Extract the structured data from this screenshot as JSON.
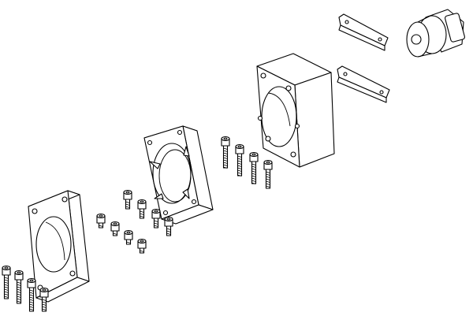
{
  "colors": {
    "background": "#ffffff",
    "line": "#000000"
  },
  "parts": [
    "flange-plate-small",
    "intermediate-flange-with-spokes",
    "motor-adapter-block",
    "clamp-strip-upper",
    "clamp-strip-lower",
    "coupling",
    "screw-set-bottom-left",
    "screw-set-middle-short",
    "screw-set-middle-long",
    "screw-set-right"
  ]
}
